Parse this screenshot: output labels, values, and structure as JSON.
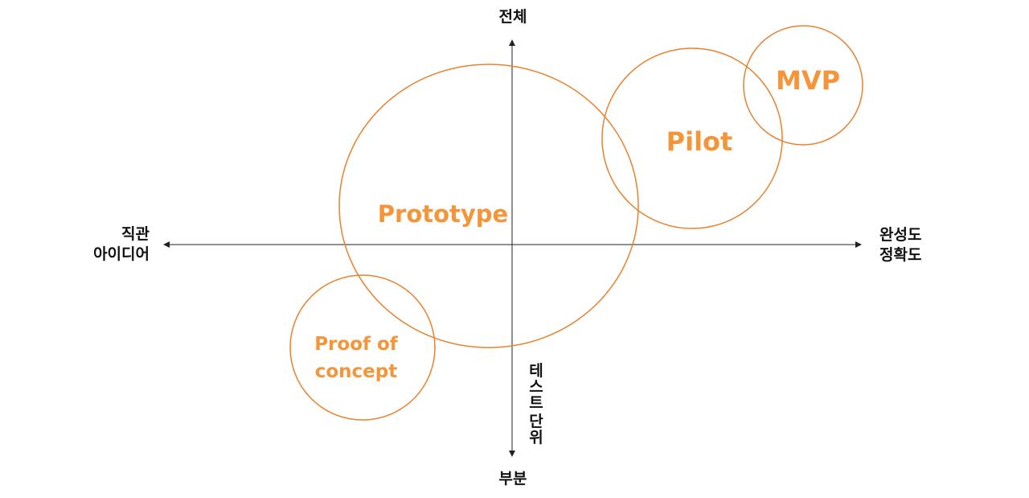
{
  "axes": {
    "top": "전체",
    "bottom": "부분",
    "left_line1": "직관",
    "left_line2": "아이디어",
    "right_line1": "완성도",
    "right_line2": "정확도",
    "vertical_note": [
      "테",
      "스",
      "트",
      "단",
      "위"
    ]
  },
  "stages": {
    "proof_of_concept": {
      "line1": "Proof of",
      "line2": "concept"
    },
    "prototype": "Prototype",
    "pilot": "Pilot",
    "mvp": "MVP"
  },
  "colors": {
    "accent": "#f5953a",
    "circle_stroke": "#e8822e",
    "axis": "#222222",
    "text": "#111111"
  }
}
